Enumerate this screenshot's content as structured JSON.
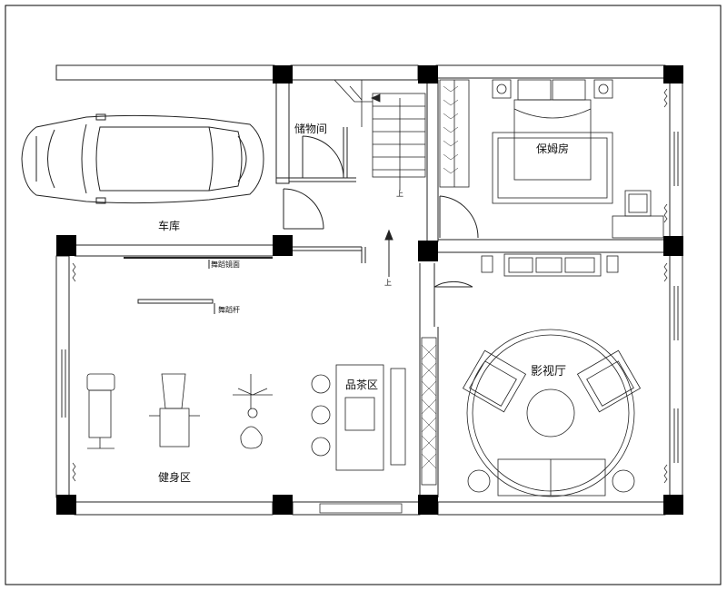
{
  "rooms": {
    "storage": "储物间",
    "nanny_room": "保姆房",
    "garage": "车库",
    "tea_area": "品茶区",
    "theater": "影视厅",
    "gym": "健身区"
  },
  "labels": {
    "up_1": "上",
    "up_2": "上",
    "dance_mirror": "舞蹈镜面",
    "dance_bar": "舞蹈杆"
  }
}
